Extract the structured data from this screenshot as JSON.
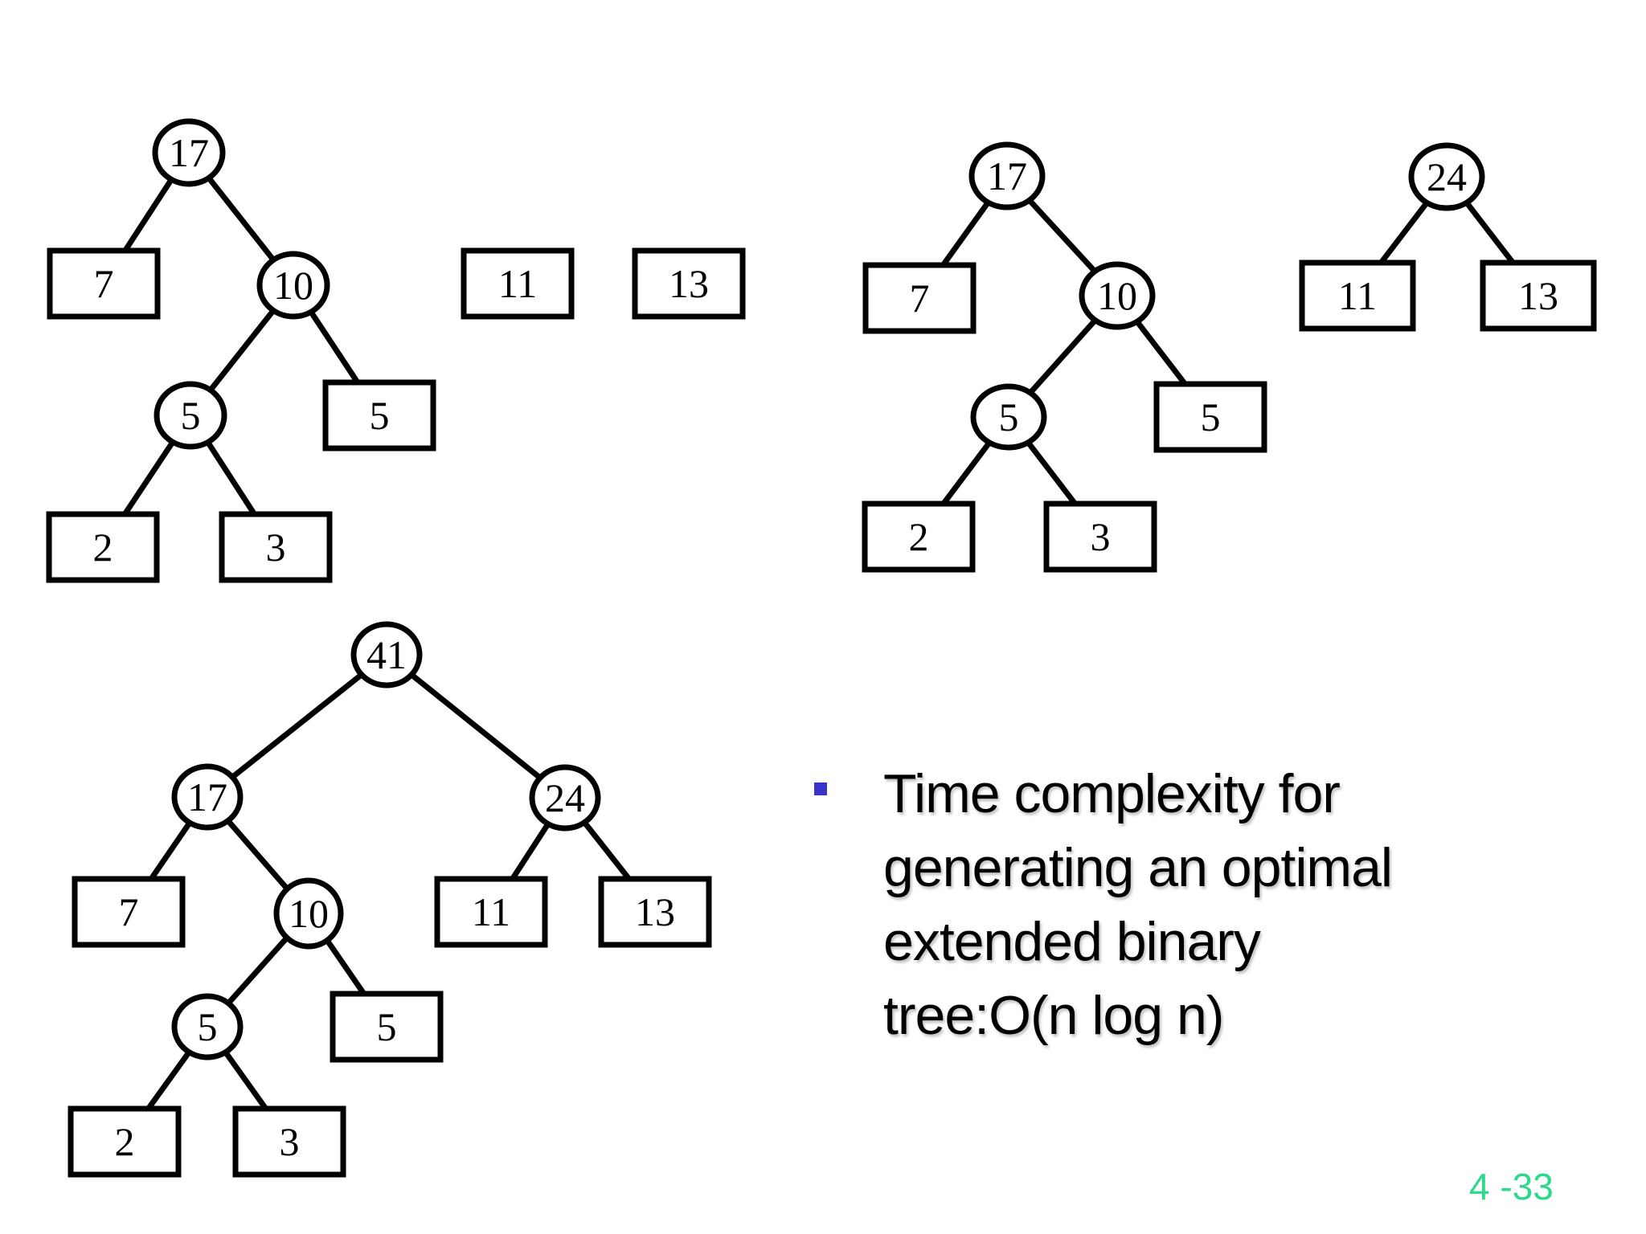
{
  "slide": {
    "bullet": {
      "lines": [
        "Time complexity for",
        "generating an optimal",
        "extended binary",
        "tree:O(n log n)"
      ]
    },
    "page_number": "4 -33"
  },
  "colors": {
    "tree_stroke": "#000000",
    "node_fill": "#ffffff",
    "bullet_square": "#3733cb",
    "page_number": "#2ed98c",
    "body_text": "#000000"
  },
  "trees": {
    "t1": {
      "root17": "17",
      "leaf7": "7",
      "internal10": "10",
      "internal5": "5",
      "leaf5": "5",
      "leaf2": "2",
      "leaf3": "3",
      "leaf11": "11",
      "leaf13": "13"
    },
    "t2": {
      "root17": "17",
      "leaf7": "7",
      "internal10": "10",
      "internal5": "5",
      "leaf5": "5",
      "leaf2": "2",
      "leaf3": "3"
    },
    "t3": {
      "root24": "24",
      "leaf11": "11",
      "leaf13": "13"
    },
    "t4": {
      "root41": "41",
      "internal17": "17",
      "internal24": "24",
      "leaf7": "7",
      "internal10": "10",
      "leaf11": "11",
      "leaf13": "13",
      "internal5": "5",
      "leaf5": "5",
      "leaf2": "2",
      "leaf3": "3"
    }
  }
}
